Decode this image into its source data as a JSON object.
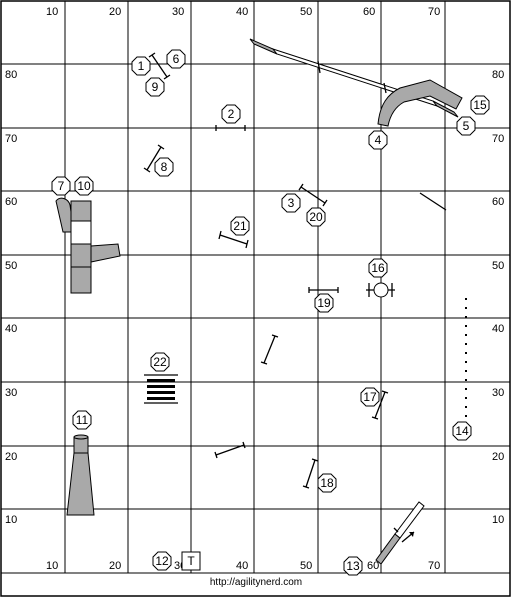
{
  "grid": {
    "top_labels": [
      "10",
      "20",
      "30",
      "40",
      "50",
      "60",
      "70"
    ],
    "bottom_labels": [
      "10",
      "20",
      "30",
      "40",
      "50",
      "60",
      "70"
    ],
    "left_labels": [
      "80",
      "70",
      "60",
      "50",
      "40",
      "30",
      "20",
      "10"
    ],
    "right_labels": [
      "80",
      "70",
      "60",
      "50",
      "40",
      "30",
      "20",
      "10"
    ]
  },
  "footer": {
    "url": "http://agilitynerd.com"
  },
  "table_label": "T",
  "obstacle_numbers": {
    "n1": "1",
    "n2": "2",
    "n3": "3",
    "n4": "4",
    "n5": "5",
    "n6": "6",
    "n7": "7",
    "n8": "8",
    "n9": "9",
    "n10": "10",
    "n11": "11",
    "n12": "12",
    "n13": "13",
    "n14": "14",
    "n15": "15",
    "n16": "16",
    "n17": "17",
    "n18": "18",
    "n19": "19",
    "n20": "20",
    "n21": "21",
    "n22": "22"
  },
  "colors": {
    "equipment_grey": "#a9a9a9",
    "line": "#000000",
    "background": "#ffffff"
  }
}
